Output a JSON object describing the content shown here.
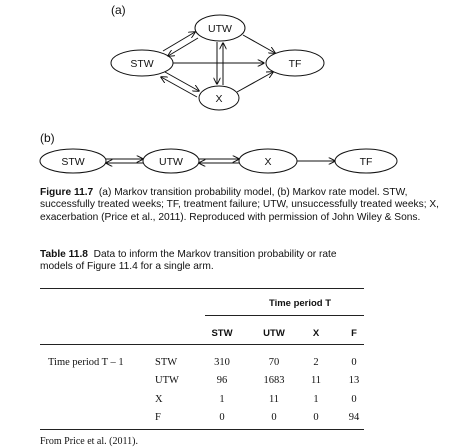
{
  "figure": {
    "panel_a_label": "(a)",
    "panel_b_label": "(b)",
    "nodes_a": {
      "utw": "UTW",
      "stw": "STW",
      "tf": "TF",
      "x": "X"
    },
    "nodes_b": {
      "stw": "STW",
      "utw": "UTW",
      "x": "X",
      "tf": "TF"
    },
    "caption_label": "Figure 11.7",
    "caption_text": "(a) Markov transition probability model, (b) Markov rate model. STW, successfully treated weeks; TF, treatment failure; UTW, unsuccessfully treated weeks; X, exacerbation (Price et al., 2011). Reproduced with permission of John Wiley & Sons."
  },
  "table": {
    "caption_label": "Table 11.8",
    "caption_text": "Data to inform the Markov transition probability or rate models of Figure 11.4 for a single arm.",
    "period_header": "Time period T",
    "row_group_label": "Time period T – 1",
    "columns": [
      "STW",
      "UTW",
      "X",
      "F"
    ],
    "rows": [
      {
        "label": "STW",
        "values": [
          "310",
          "70",
          "2",
          "0"
        ]
      },
      {
        "label": "UTW",
        "values": [
          "96",
          "1683",
          "11",
          "13"
        ]
      },
      {
        "label": "X",
        "values": [
          "1",
          "11",
          "1",
          "0"
        ]
      },
      {
        "label": "F",
        "values": [
          "0",
          "0",
          "0",
          "94"
        ]
      }
    ],
    "source": "From Price et al. (2011)."
  }
}
